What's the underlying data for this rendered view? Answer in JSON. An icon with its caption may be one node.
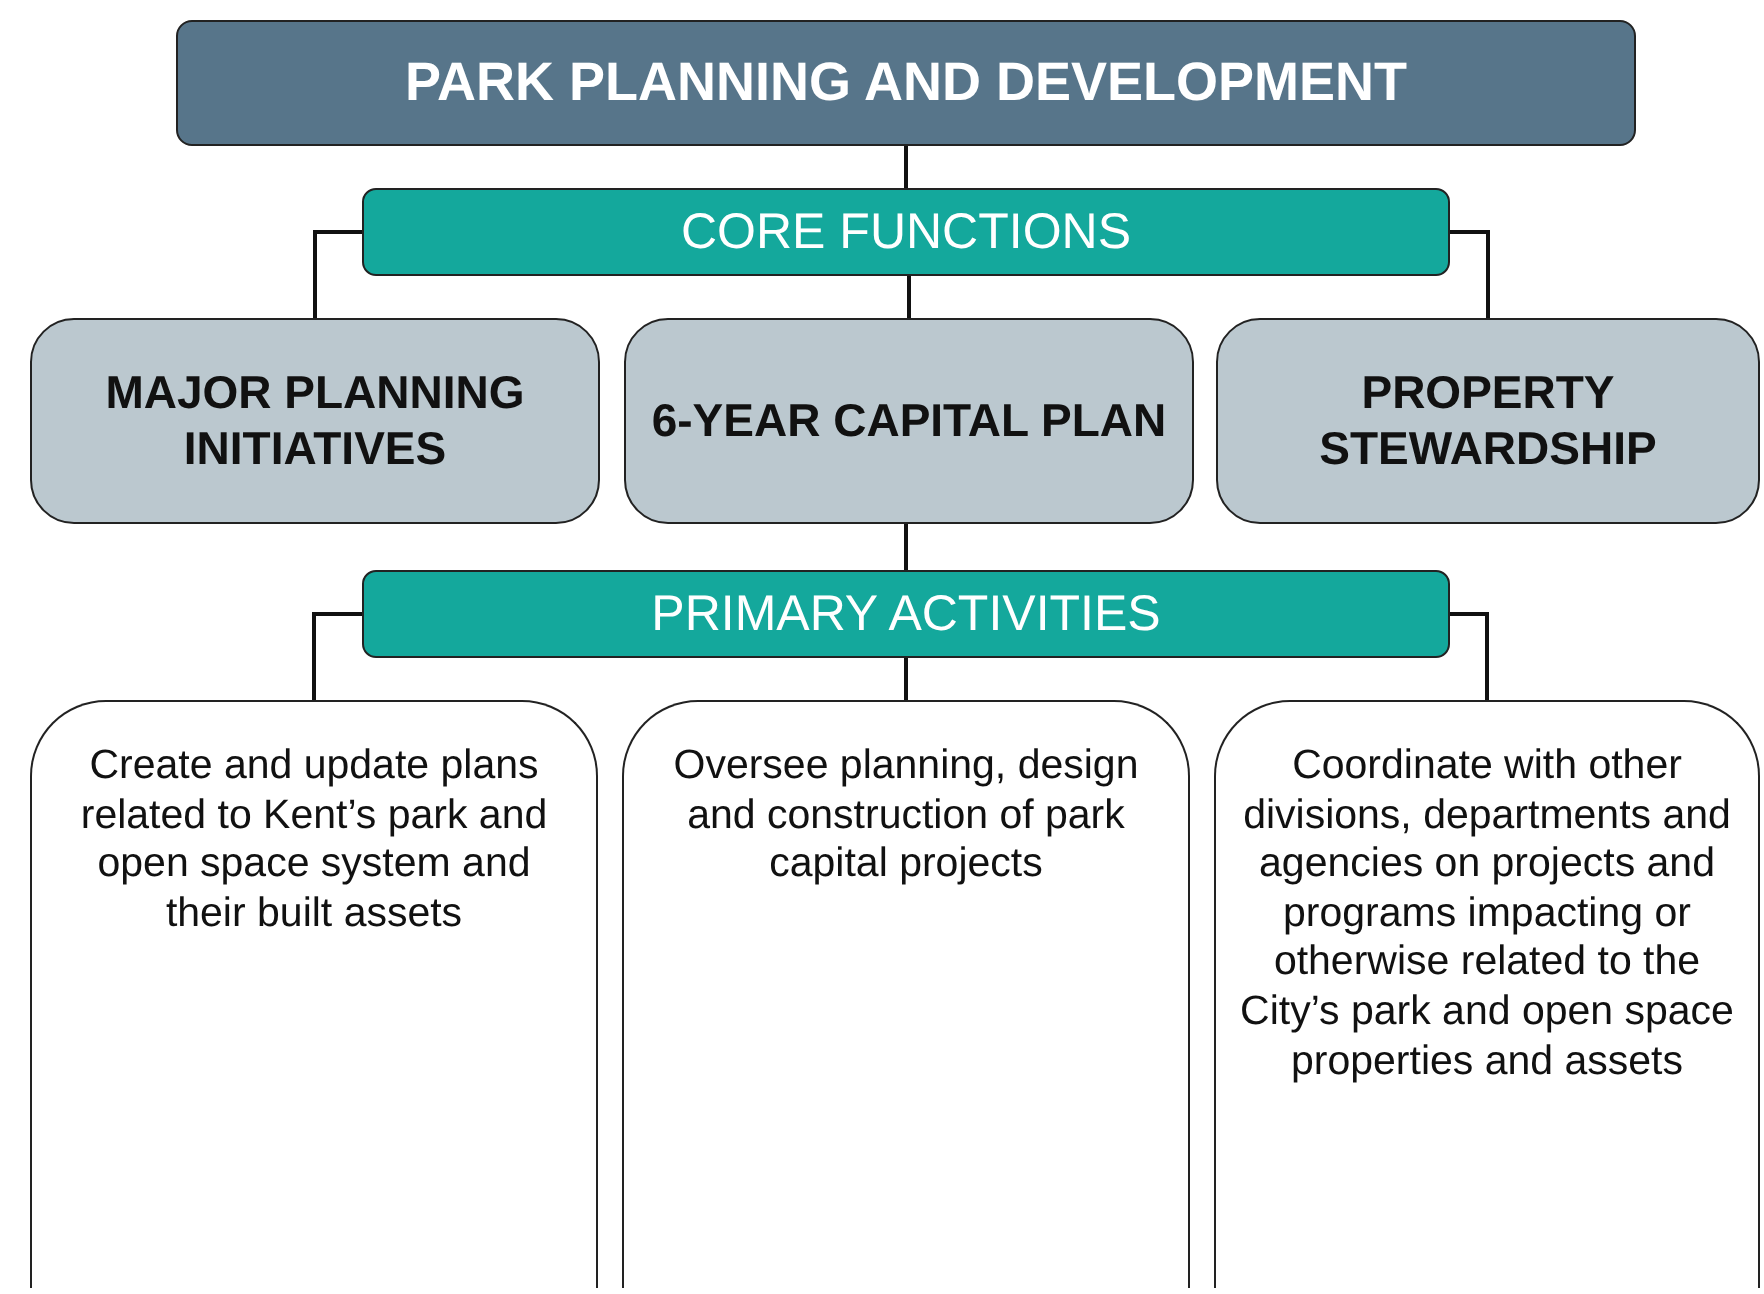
{
  "diagram": {
    "nodes": [
      {
        "text": [
          "PARK PLANNING AND DEVELOPMENT"
        ]
      },
      {
        "text": [
          "CORE FUNCTIONS"
        ]
      },
      {
        "text": [
          "MAJOR PLANNING INITIATIVES"
        ]
      },
      {
        "text": [
          "6-YEAR CAPITAL PLAN"
        ]
      },
      {
        "text": [
          "PROPERTY STEWARDSHIP"
        ]
      },
      {
        "text": [
          "PRIMARY ACTIVITIES"
        ]
      },
      {
        "text": [
          "Create and update plans related to Kent’s park and open space system and their built assets"
        ]
      },
      {
        "text": [
          "Oversee planning, design and construction of park capital projects"
        ]
      },
      {
        "text": [
          "Coordinate with other divisions, departments and agencies on projects and programs impacting or otherwise related to the City’s park and open space properties and assets"
        ]
      }
    ],
    "edges": [
      {
        "from": 0,
        "to": 1,
        "arrow": "none"
      },
      {
        "from": 1,
        "to": 2,
        "arrow": "none"
      },
      {
        "from": 1,
        "to": 3,
        "arrow": "none"
      },
      {
        "from": 1,
        "to": 4,
        "arrow": "none"
      },
      {
        "from": 3,
        "to": 5,
        "arrow": "none"
      },
      {
        "from": 5,
        "to": 6,
        "arrow": "none"
      },
      {
        "from": 5,
        "to": 7,
        "arrow": "none"
      },
      {
        "from": 5,
        "to": 8,
        "arrow": "none"
      }
    ]
  }
}
